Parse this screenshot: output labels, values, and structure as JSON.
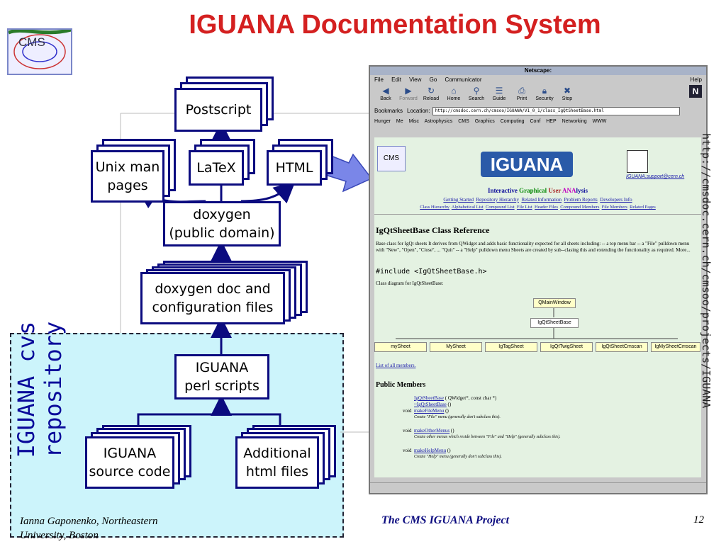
{
  "slide": {
    "title": "IGUANA Documentation System",
    "logo_text": "CMS",
    "repo_label": [
      "IGUANA cvs",
      "repository"
    ],
    "side_url": "http://cmsdoc.cern.ch/cmsoo/projects/IGUANA",
    "footer_left": [
      "Ianna Gaponenko,  Northeastern",
      "University, Boston"
    ],
    "footer_center": "The CMS IGUANA Project",
    "page_number": "12"
  },
  "diagram": {
    "nodes": {
      "postscript": "Postscript",
      "unixman": [
        "Unix man",
        "pages"
      ],
      "latex": "LaTeX",
      "html": "HTML",
      "doxygen": [
        "doxygen",
        "(public domain)"
      ],
      "doxydoc": [
        "doxygen doc and",
        "configuration files"
      ],
      "perl": [
        "IGUANA",
        "perl scripts"
      ],
      "source": [
        "IGUANA",
        "source code"
      ],
      "additional": [
        "Additional",
        "html files"
      ]
    },
    "colors": {
      "border": "#0b0b7f",
      "title": "#d42020",
      "repo_bg": "#ccf4fb",
      "arrow": "#7a86e8"
    }
  },
  "browser": {
    "window_title": "Netscape:",
    "menu": [
      "File",
      "Edit",
      "View",
      "Go",
      "Communicator"
    ],
    "menu_help": "Help",
    "toolbar": [
      "Back",
      "Forward",
      "Reload",
      "Home",
      "Search",
      "Guide",
      "Print",
      "Security",
      "Stop"
    ],
    "bookmarks_label": "Bookmarks",
    "location_label": "Location:",
    "url": "http://cmsdoc.cern.ch/cmsoo/IGUANA/V1_0_1/class_IgQtSheetBase.html",
    "personal_bar": [
      "Hunger",
      "Me",
      "Misc",
      "Astrophysics",
      "CMS",
      "Graphics",
      "Computing",
      "Conf",
      "HEP",
      "Networking",
      "WWW"
    ],
    "page": {
      "logo": "IGUANA",
      "support": "IGUANA.support@cern.ch",
      "tagline_parts": [
        "Interactive ",
        "Graphical ",
        "User ",
        "ANA",
        "lysis"
      ],
      "links1": [
        "Getting Started",
        "Repository Hierarchy",
        "Related Information",
        "Problem Reports",
        "Developers Info"
      ],
      "links2": [
        "Class Hierarchy",
        "Alphabetical List",
        "Compound List",
        "File List",
        "Header Files",
        "Compound Members",
        "File Members",
        "Related Pages"
      ],
      "heading": "IgQtSheetBase Class Reference",
      "desc": "Base class for IgQt sheets It derives from QWidget and adds basic functionality expected for all sheets including: -- a top menu bar -- a \"File\" pulldown menu with \"New\", \"Open\", \"Close\", ... \"Quit\" -- a \"Help\" pulldown menu Sheets are created by sub--clasing this and extending the functionality as required. More...",
      "include": "#include <IgQtSheetBase.h>",
      "class_diagram_label": "Class diagram for IgQtSheetBase:",
      "uml_top": "QMainWindow",
      "uml_mid": "IgQtSheetBase",
      "uml_children": [
        "mySheet",
        "MySheet",
        "IgTagSheet",
        "IgQtTwigSheet",
        "IgQtSheetCmscan",
        "IgMySheetCmscan"
      ],
      "all_members": "List of all members.",
      "public_members": "Public Members",
      "members": [
        {
          "type": "",
          "name": "IgQtSheetBase",
          "rest": " ( QWidget*, const char *)",
          "note": ""
        },
        {
          "type": "",
          "name": "~IgQtSheetBase",
          "rest": " ()",
          "note": ""
        },
        {
          "type": "void",
          "name": "makeFileMenu",
          "rest": " ()",
          "note": "Create \"File\" menu (generally don't subclass this)."
        },
        {
          "type": "void",
          "name": "makeOtherMenus",
          "rest": " ()",
          "note": "Create other menus which reside between \"File\" and \"Help\" (generally subclass this)."
        },
        {
          "type": "void",
          "name": "makeHelpMenu",
          "rest": " ()",
          "note": "Create \"Help\" menu (generally don't subclass this)."
        }
      ]
    }
  }
}
